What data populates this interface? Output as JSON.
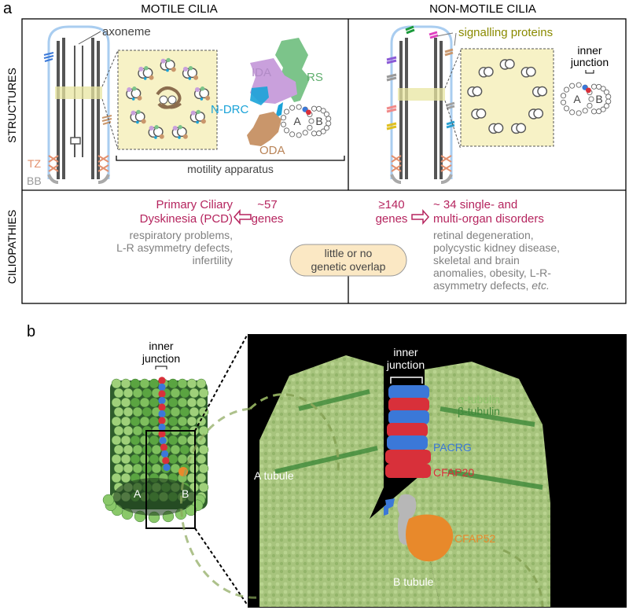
{
  "panel_a": {
    "letter": "a",
    "col_motile": "MOTILE CILIA",
    "col_nonmotile": "NON-MOTILE CILIA",
    "row_structures": "STRUCTURES",
    "row_ciliopathies": "CILIOPATHIES",
    "label_axoneme": "axoneme",
    "label_tz": "TZ",
    "label_bb": "BB",
    "label_ida": "IDA",
    "label_rs": "RS",
    "label_ndrc": "N-DRC",
    "label_oda": "ODA",
    "label_a": "A",
    "label_b": "B",
    "label_motility": "motility apparatus",
    "label_signalling": "signalling proteins",
    "label_inner_junction": [
      "inner",
      "junction"
    ],
    "pcd_title": [
      "Primary Ciliary",
      "Dyskinesia (PCD)"
    ],
    "motile_genes": [
      "~57",
      "genes"
    ],
    "pcd_symptoms": [
      "respiratory problems,",
      "L-R asymmetry defects,",
      "infertility"
    ],
    "overlap": [
      "little or no",
      "genetic overlap"
    ],
    "nonmotile_genes": [
      "≥140",
      "genes"
    ],
    "nonmotile_title": [
      "~ 34 single- and",
      "multi-organ disorders"
    ],
    "nonmotile_symptoms": [
      "retinal degeneration,",
      "polycystic kidney disease,",
      "skeletal and brain",
      "anomalies, obesity, L-R-"
    ],
    "nonmotile_symptoms_last": "asymmetry defects, ",
    "nonmotile_symptoms_etc": "etc."
  },
  "panel_b": {
    "letter": "b",
    "label_inner_junction": [
      "inner",
      "junction"
    ],
    "label_a": "A",
    "label_b": "B",
    "label_alpha": "α-tubulin",
    "label_beta": "β-tubulin",
    "label_pacrg": "PACRG",
    "label_cfap20": "CFAP20",
    "label_cfap52": "CFAP52",
    "label_a_tubule": "A tubule",
    "label_b_tubule": "B tubule"
  },
  "colors": {
    "magenta": "#b5245e",
    "grey_text": "#808080",
    "olive": "#8a8a00",
    "pcd_box": "#fbe8c4",
    "light_green": "#a8c882",
    "dark_green": "#2e6b2e",
    "pacrg_blue": "#3b78d8",
    "cfap20_red": "#d8303a",
    "cfap52_orange": "#e8892b",
    "ndrc_cyan": "#1aa3d8",
    "rs_green": "#7cc48a",
    "ida_purple": "#c9a0dc",
    "oda_tan": "#c9966b"
  }
}
